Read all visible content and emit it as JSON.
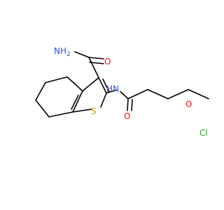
{
  "colors": {
    "bond": "#000000",
    "oxygen": "#FF0D0D",
    "nitrogen": "#3050F8",
    "sulfur": "#C8A000",
    "chlorine": "#1FA01F",
    "background": "#FFFFFF"
  },
  "atoms": {
    "amide_n": "NH",
    "amide_n_sub": "2",
    "amide_o": "O",
    "linker_nh": "HN",
    "linker_o": "O",
    "thiophene_s": "S",
    "ether_o": "O",
    "chlorine": "Cl"
  }
}
